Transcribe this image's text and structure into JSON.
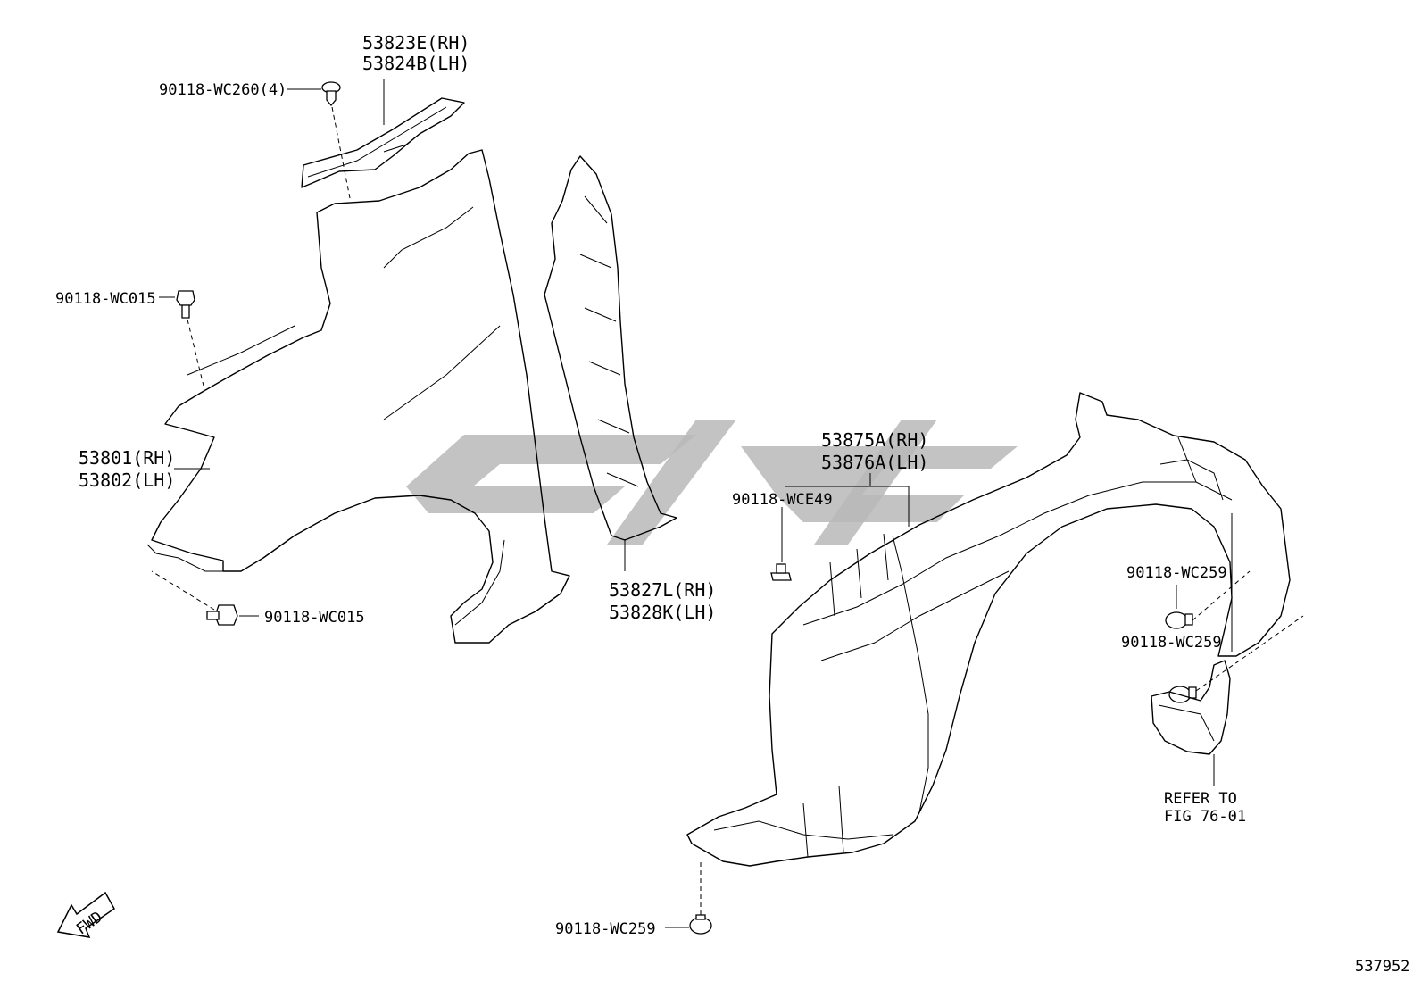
{
  "labels": {
    "clip_top": "90118-WC260(4)",
    "bracket_rh": "53823E(RH)",
    "bracket_lh": "53824B(LH)",
    "bolt_left_upper": "90118-WC015",
    "fender_rh": "53801(RH)",
    "fender_lh": "53802(LH)",
    "bolt_left_lower": "90118-WC015",
    "seal_rh": "53827L(RH)",
    "seal_lh": "53828K(LH)",
    "liner_rh": "53875A(RH)",
    "liner_lh": "53876A(LH)",
    "nut_liner": "90118-WCE49",
    "screw_right_1": "90118-WC259",
    "screw_right_2": "90118-WC259",
    "screw_bottom": "90118-WC259",
    "refer_line1": "REFER TO",
    "refer_line2": "FIG 76-01",
    "fwd": "FWD",
    "figure_number": "537952"
  },
  "watermark_color": "#b9b9b9"
}
